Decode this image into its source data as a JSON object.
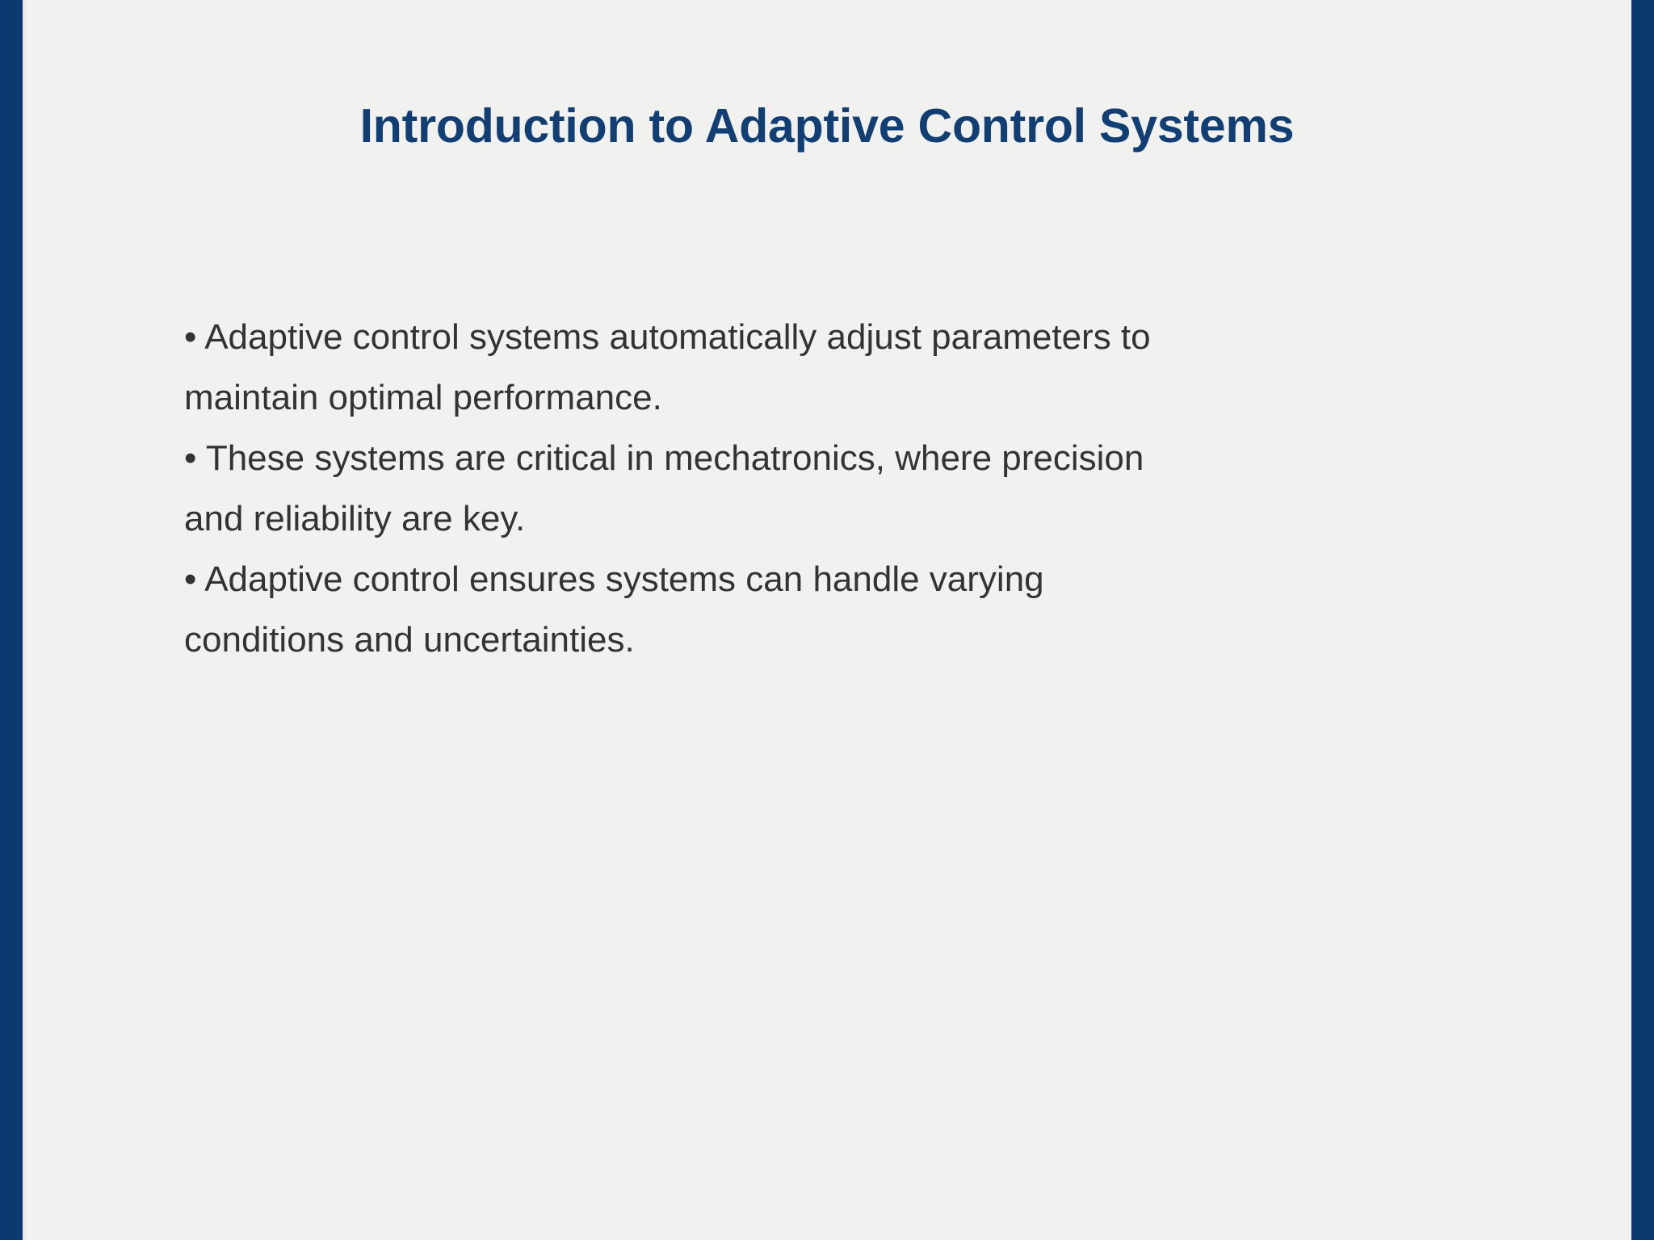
{
  "slide": {
    "title": "Introduction to Adaptive Control Systems",
    "theme": {
      "edge_bar_color": "#0A3A6E",
      "canvas_color": "#F1F1F0",
      "title_color": "#113F73",
      "body_text_color": "#333333"
    },
    "body": {
      "bullet_marker": "•",
      "bullets": [
        {
          "marker": "•",
          "text": "Adaptive control systems automatically adjust parameters to maintain optimal performance.",
          "lines": [
            "• Adaptive control systems automatically adjust parameters to",
            "maintain optimal performance."
          ]
        },
        {
          "marker": "•",
          "text": "These systems are critical in mechatronics, where precision and reliability are key.",
          "lines": [
            "• These systems are critical in mechatronics, where precision",
            "and reliability are key."
          ]
        },
        {
          "marker": "•",
          "text": "Adaptive control ensures systems can handle varying conditions and uncertainties.",
          "lines": [
            "• Adaptive control ensures systems can handle varying",
            "conditions and uncertainties."
          ]
        }
      ]
    }
  }
}
